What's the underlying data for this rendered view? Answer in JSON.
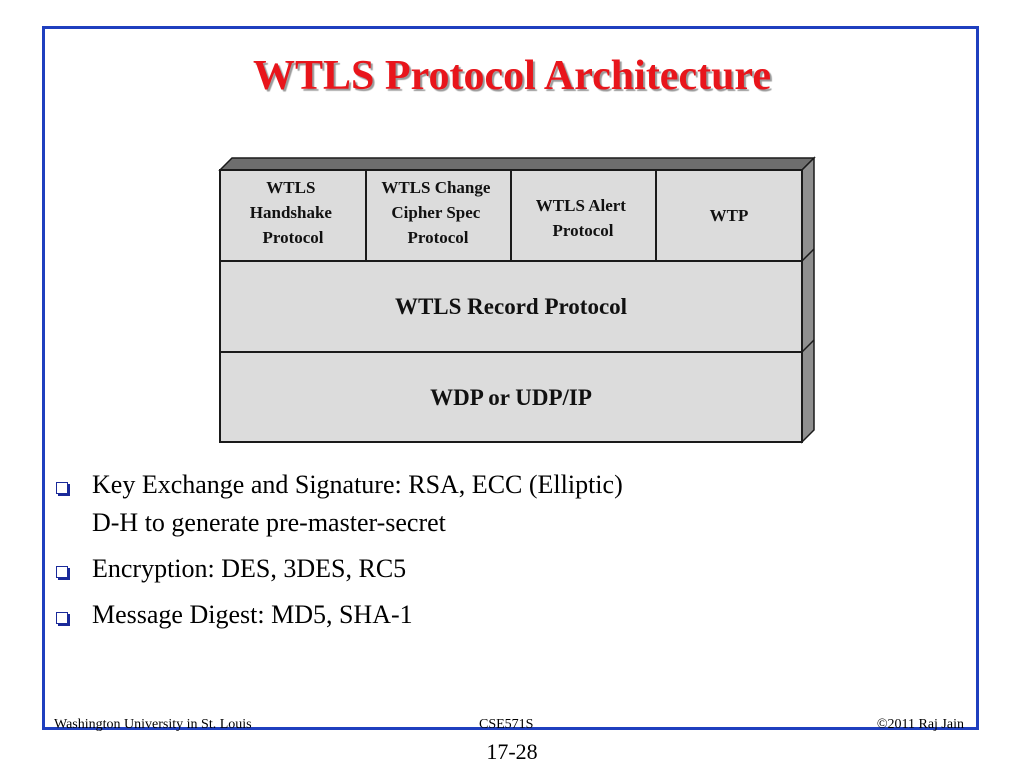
{
  "slide": {
    "title": "WTLS Protocol Architecture"
  },
  "diagram": {
    "top_row": [
      {
        "lines": [
          "WTLS",
          "Handshake",
          "Protocol"
        ]
      },
      {
        "lines": [
          "WTLS Change",
          "Cipher Spec",
          "Protocol"
        ]
      },
      {
        "lines": [
          "WTLS Alert",
          "Protocol"
        ]
      },
      {
        "lines": [
          "WTP"
        ]
      }
    ],
    "record_layer": "WTLS Record Protocol",
    "transport_layer": "WDP or UDP/IP",
    "colors": {
      "fill": "#dcdcdc",
      "side": "#8f8f8f",
      "top": "#6e6e6e",
      "stroke": "#1a1a1a"
    }
  },
  "bullets": [
    {
      "line1": "Key Exchange and Signature: RSA, ECC (Elliptic)",
      "line2": "D-H to generate pre-master-secret"
    },
    {
      "line1": "Encryption: DES, 3DES, RC5"
    },
    {
      "line1": "Message Digest: MD5, SHA-1"
    }
  ],
  "footer": {
    "left": "Washington University in St. Louis",
    "center": "CSE571S",
    "right": "©2011 Raj Jain"
  },
  "slide_number": "17-28"
}
